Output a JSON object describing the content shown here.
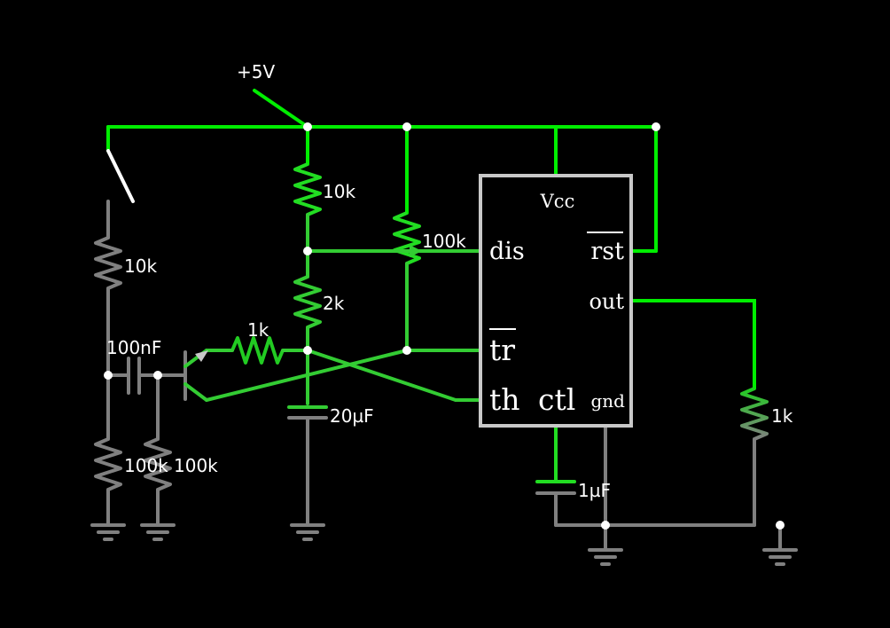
{
  "colors": {
    "background": "#000000",
    "wire_live": "#00ee00",
    "wire_mid": "#33cc33",
    "wire_ground": "#808080",
    "chip_border": "#c8c8c8",
    "label": "#ffffff"
  },
  "labels": {
    "supply": "+5V",
    "r_top_left": "10k",
    "r_left": "10k",
    "r_mid": "2k",
    "pot": "100k",
    "r_base": "1k",
    "r_out": "1k",
    "r_bias1": "100k",
    "r_bias2": "100k",
    "c_couple": "100nF",
    "c_timing": "20µF",
    "c_ctl": "1µF"
  },
  "chip": {
    "vcc": "Vcc",
    "dis": "dis",
    "rst": "rst",
    "out": "out",
    "tr": "tr",
    "th": "th",
    "ctl": "ctl",
    "gnd": "gnd"
  }
}
